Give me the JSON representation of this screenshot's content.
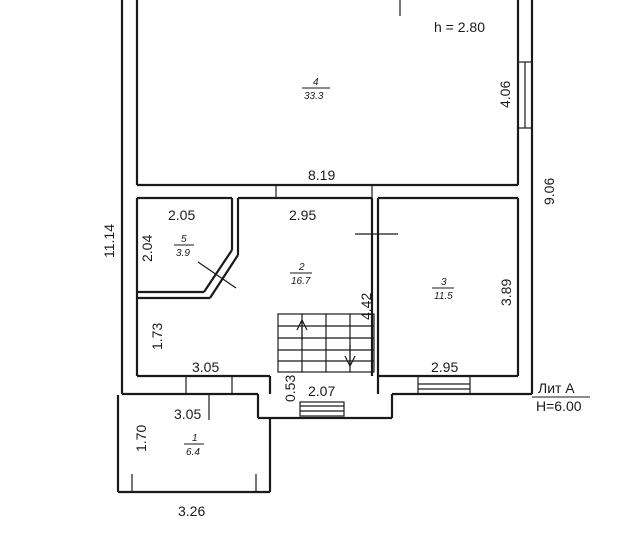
{
  "plan": {
    "height_note": "h = 2.80",
    "lit": "Лит А",
    "h_total": "H=6.00"
  },
  "rooms": [
    {
      "num": "4",
      "area": "33.3"
    },
    {
      "num": "2",
      "area": "16.7"
    },
    {
      "num": "3",
      "area": "11.5"
    },
    {
      "num": "5",
      "area": "3.9"
    },
    {
      "num": "1",
      "area": "6.4"
    }
  ],
  "dims": {
    "r4_height": "4.06",
    "r4_width": "8.19",
    "total_right": "9.06",
    "total_left": "11.14",
    "r5_width": "2.05",
    "r5_height": "2.04",
    "r2_width": "2.95",
    "r2_height": "4.42",
    "r3_height": "3.89",
    "r3_width": "2.95",
    "left_low_height": "1.73",
    "left_low_width": "3.05",
    "porch_height": "0.53",
    "porch_width": "2.07",
    "r1_width": "3.05",
    "r1_height": "1.70",
    "r1_bottom": "3.26"
  }
}
